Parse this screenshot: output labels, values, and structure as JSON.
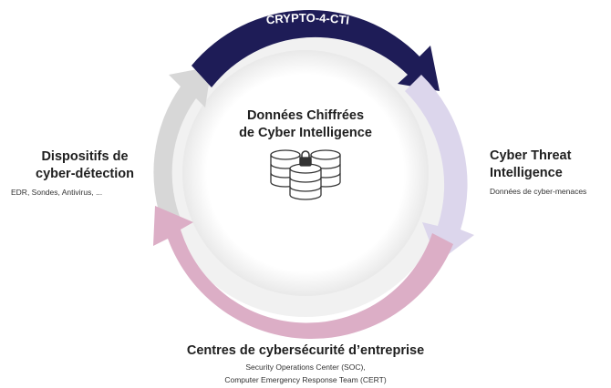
{
  "diagram": {
    "top_arrow_label": "CRYPTO-4-CTI",
    "center": {
      "title_line1": "Données Chiffrées",
      "title_line2": "de Cyber Intelligence",
      "icon": "encrypted-database-icon"
    },
    "left": {
      "title_line1": "Dispositifs de",
      "title_line2": "cyber-détection",
      "subtitle": "EDR, Sondes, Antivirus, ..."
    },
    "right": {
      "title_line1": "Cyber Threat",
      "title_line2": "Intelligence",
      "subtitle": "Données de cyber-menaces"
    },
    "bottom": {
      "title": "Centres de cybersécurité d’entreprise",
      "subtitle_line1": "Security Operations Center (SOC),",
      "subtitle_line2": "Computer Emergency Response Team (CERT)"
    },
    "colors": {
      "top_arc": "#1e1c57",
      "right_arc": "#dcd6ec",
      "bottom_arc": "#dcaec6",
      "left_arc": "#d7d7d7",
      "inner_ring": "#ebebeb",
      "icon_stroke": "#333333"
    }
  }
}
